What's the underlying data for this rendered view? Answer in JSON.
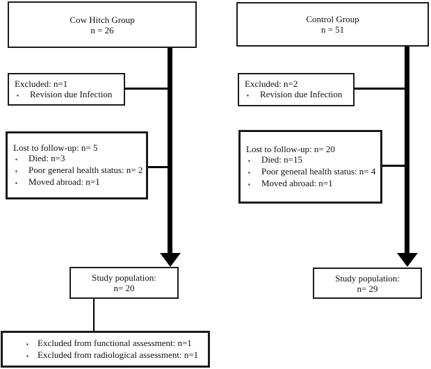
{
  "left": {
    "top_box": {
      "title": "Cow Hitch Group",
      "n": "n = 26"
    },
    "excluded_box": {
      "title": "Excluded: n=1",
      "items": [
        "Revision due Infection"
      ]
    },
    "lost_box": {
      "title": "Lost to follow-up: n= 5",
      "items": [
        "Died: n=3",
        "Poor general health status: n= 2",
        "Moved abroad: n=1"
      ]
    },
    "study_box": {
      "title": "Study population:",
      "n": "n= 20"
    },
    "assessment_box": {
      "items": [
        "Excluded from functional assessment: n=1",
        "Excluded from radiological assessment: n=1"
      ]
    }
  },
  "right": {
    "top_box": {
      "title": "Control Group",
      "n": "n = 51"
    },
    "excluded_box": {
      "title": "Excluded: n=2",
      "items": [
        "Revision due Infection"
      ]
    },
    "lost_box": {
      "title": "Lost to follow-up: n= 20",
      "items": [
        "Died: n=15",
        "Poor general health status: n= 4",
        "Moved abroad: n=1"
      ]
    },
    "study_box": {
      "title": "Study population:",
      "n": "n= 29"
    }
  },
  "icons": {
    "bullet": "▪"
  },
  "colors": {
    "line": "#000000",
    "border": "#1a1a1a",
    "background": "#ffffff",
    "text": "#111111"
  }
}
